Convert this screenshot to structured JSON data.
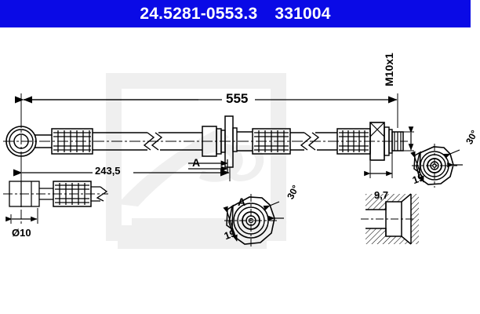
{
  "header": {
    "part_number": "24.5281-0553.3",
    "reference_number": "331004",
    "background_color": "#0a0ae6",
    "text_color": "#ffffff"
  },
  "drawing": {
    "title": "Brake hose technical drawing",
    "watermark": "ate",
    "line_color": "#000000",
    "watermark_color": "#eeeeee",
    "dimensions": {
      "overall_length": "555",
      "partial_length": "243,5",
      "eye_diameter": "Ø10",
      "thread": "M10x1",
      "fitting_length": "9,7",
      "hex_left": "19",
      "hex_right": "19",
      "angle_left": "30°",
      "angle_right": "30°",
      "section_label_body": "A",
      "section_label_detail": "A"
    }
  }
}
